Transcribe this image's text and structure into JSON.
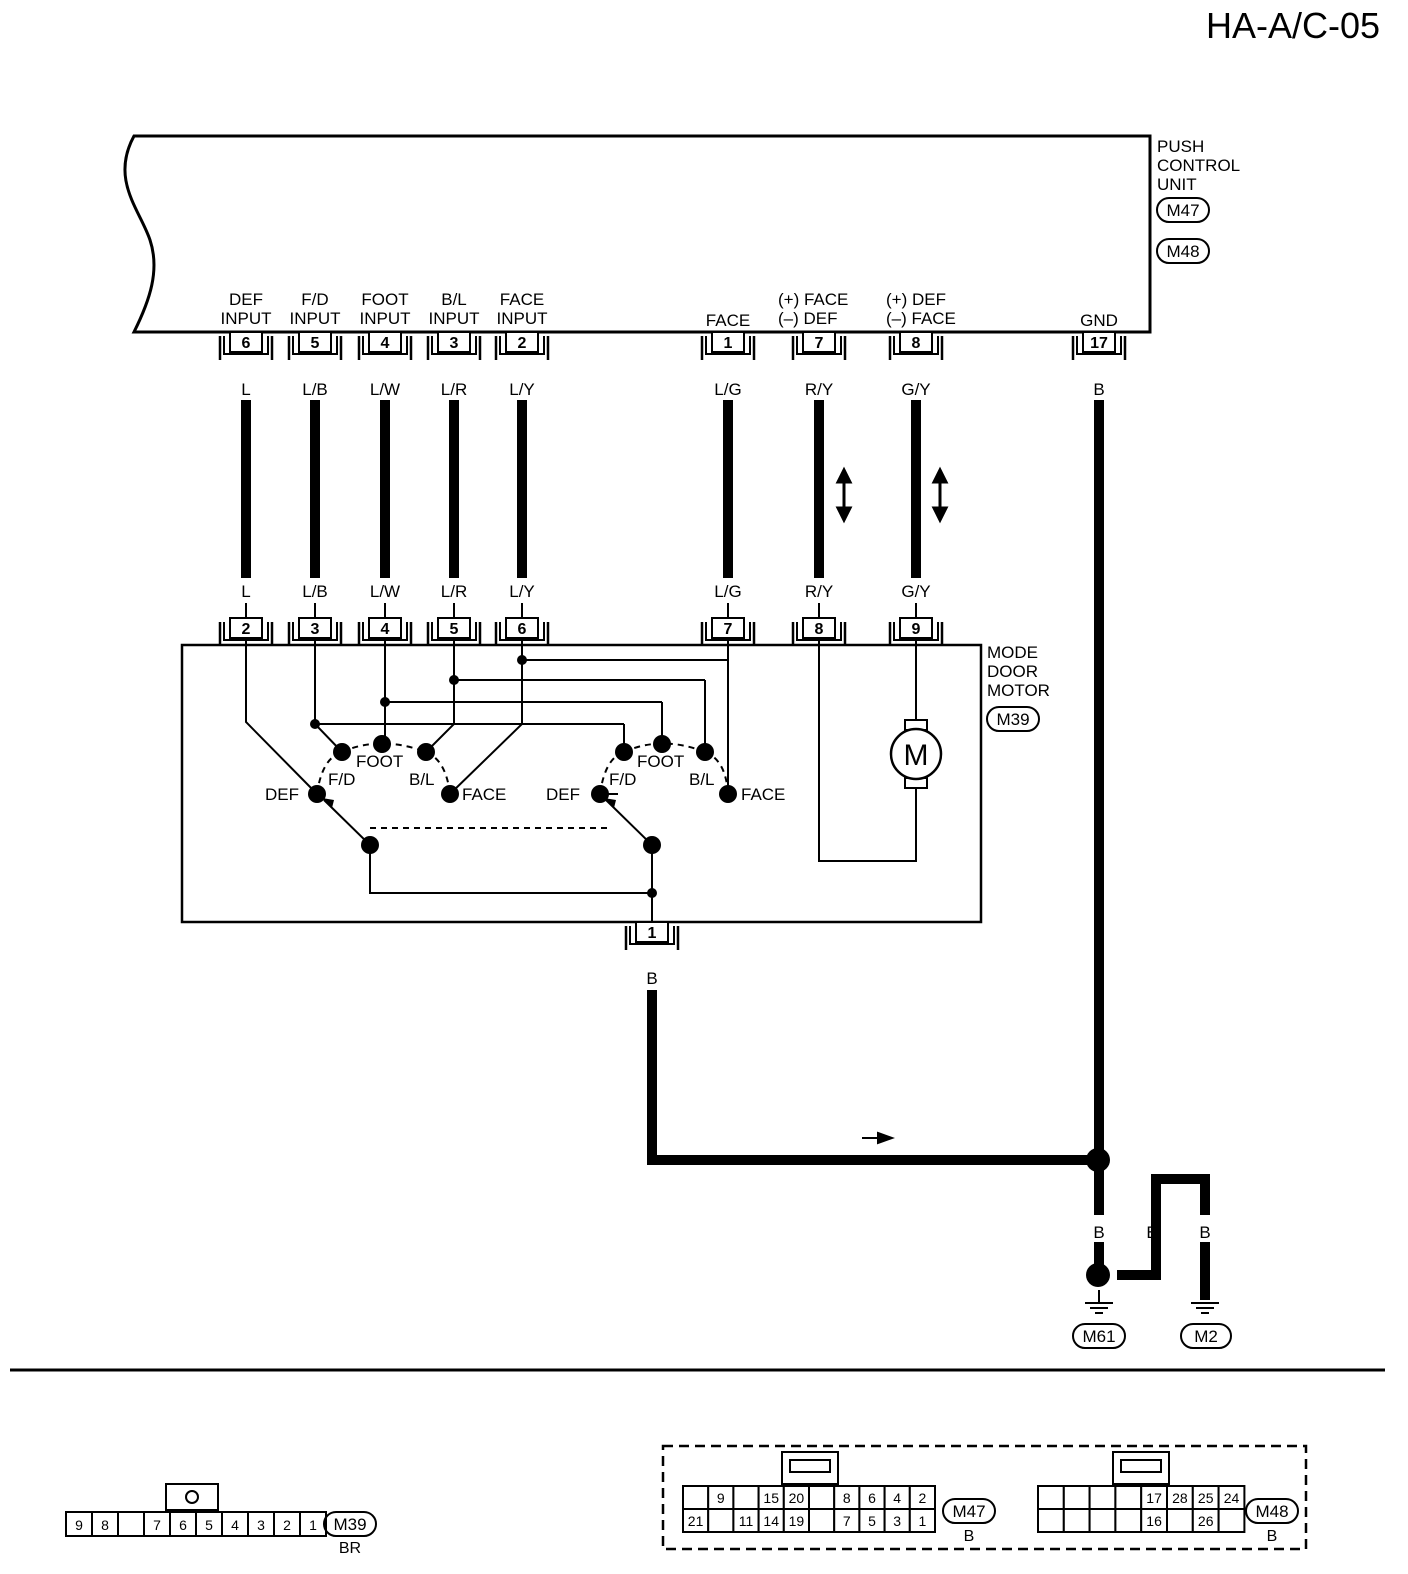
{
  "page_id": "HA-A/C-05",
  "push_control_unit": {
    "label_lines": [
      "PUSH",
      "CONTROL",
      "UNIT"
    ],
    "connectors": [
      "M47",
      "M48"
    ],
    "terminals": [
      {
        "pin": "6",
        "func_lines": [
          "DEF",
          "INPUT"
        ],
        "wire": "L"
      },
      {
        "pin": "5",
        "func_lines": [
          "F/D",
          "INPUT"
        ],
        "wire": "L/B"
      },
      {
        "pin": "4",
        "func_lines": [
          "FOOT",
          "INPUT"
        ],
        "wire": "L/W"
      },
      {
        "pin": "3",
        "func_lines": [
          "B/L",
          "INPUT"
        ],
        "wire": "L/R"
      },
      {
        "pin": "2",
        "func_lines": [
          "FACE",
          "INPUT"
        ],
        "wire": "L/Y"
      },
      {
        "pin": "1",
        "func_lines": [
          "FACE"
        ],
        "wire": "L/G"
      },
      {
        "pin": "7",
        "func_lines": [
          "(+) FACE",
          "(–) DEF"
        ],
        "wire": "R/Y"
      },
      {
        "pin": "8",
        "func_lines": [
          "(+) DEF",
          "(–) FACE"
        ],
        "wire": "G/Y"
      },
      {
        "pin": "17",
        "func_lines": [
          "GND"
        ],
        "wire": "B"
      }
    ]
  },
  "mode_door_motor": {
    "label_lines": [
      "MODE",
      "DOOR",
      "MOTOR"
    ],
    "connector": "M39",
    "top_pins": [
      {
        "pin": "2",
        "wire": "L"
      },
      {
        "pin": "3",
        "wire": "L/B"
      },
      {
        "pin": "4",
        "wire": "L/W"
      },
      {
        "pin": "5",
        "wire": "L/R"
      },
      {
        "pin": "6",
        "wire": "L/Y"
      },
      {
        "pin": "7",
        "wire": "L/G"
      },
      {
        "pin": "8",
        "wire": "R/Y"
      },
      {
        "pin": "9",
        "wire": "G/Y"
      }
    ],
    "bottom_pin": {
      "pin": "1",
      "wire": "B"
    },
    "motor_symbol": "M",
    "switch_positions": [
      "DEF",
      "F/D",
      "FOOT",
      "B/L",
      "FACE"
    ]
  },
  "ground": {
    "wire": "B",
    "points": [
      "M61",
      "M2"
    ]
  },
  "connector_views": {
    "m39": {
      "id": "M39",
      "color": "BR",
      "row": [
        "9",
        "8",
        "",
        "7",
        "6",
        "5",
        "4",
        "3",
        "2",
        "1"
      ]
    },
    "m47": {
      "id": "M47",
      "color": "B",
      "top_row": [
        "",
        "9",
        "",
        "15",
        "20",
        "",
        "8",
        "6",
        "4",
        "2"
      ],
      "bottom_row": [
        "21",
        "",
        "11",
        "14",
        "19",
        "",
        "7",
        "5",
        "3",
        "1"
      ]
    },
    "m48": {
      "id": "M48",
      "color": "B",
      "top_row": [
        "",
        "",
        "",
        "",
        "17",
        "28",
        "25",
        "24"
      ],
      "bottom_row": [
        "",
        "",
        "",
        "",
        "16",
        "",
        "26",
        ""
      ]
    }
  },
  "icons": [
    "motor-icon",
    "ground-icon",
    "double-arrow-icon",
    "flow-arrow-icon"
  ]
}
